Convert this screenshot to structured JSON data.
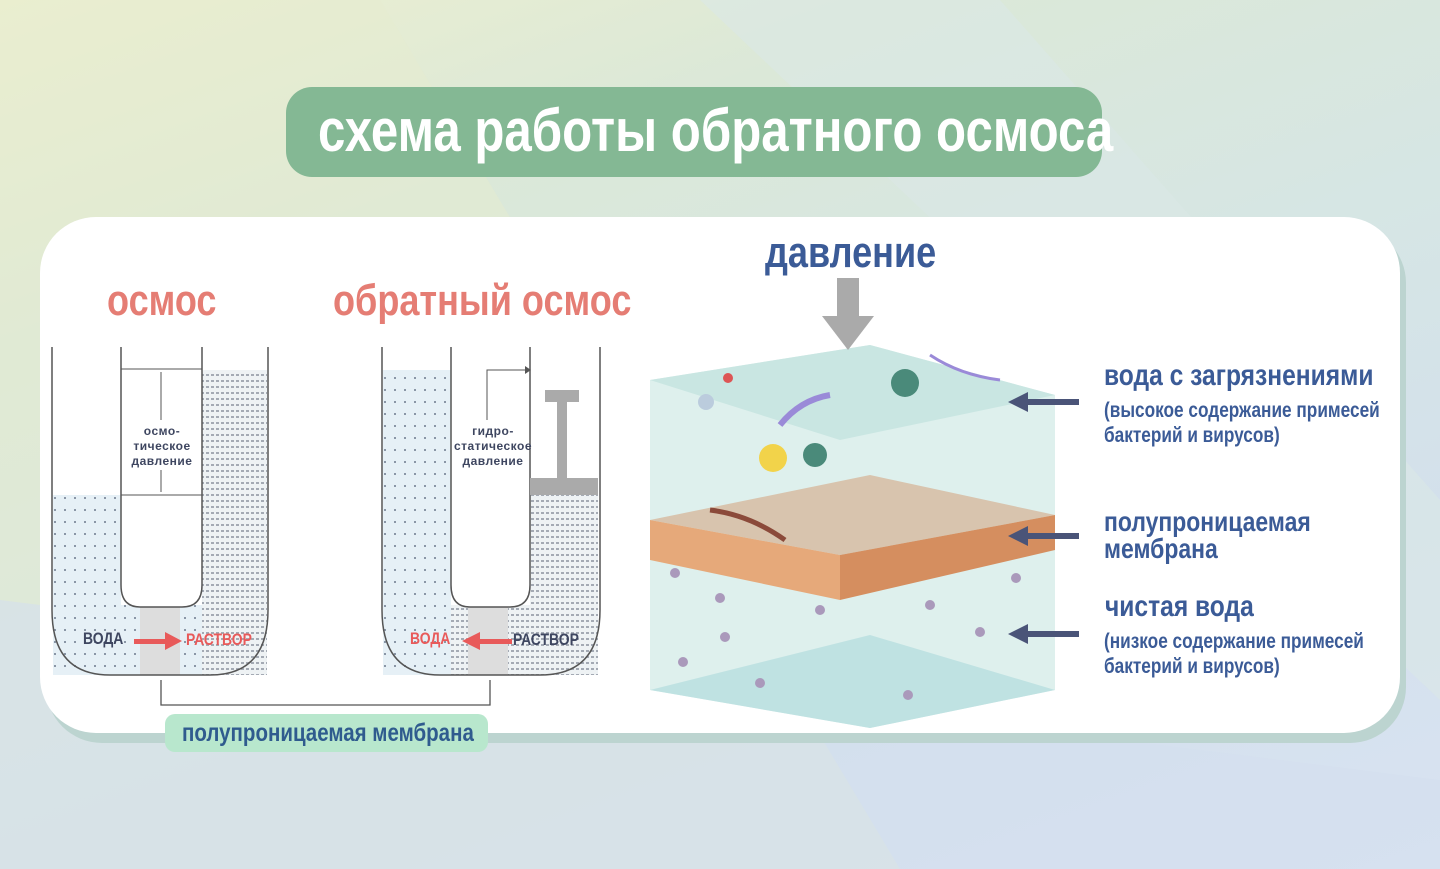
{
  "title": "схема работы обратного осмоса",
  "left": {
    "osmosis_heading": "осмос",
    "reverse_heading": "обратный осмос",
    "osmotic_pressure": [
      "осмо-",
      "тическое",
      "давление"
    ],
    "hydrostatic_pressure": [
      "гидро-",
      "статическое",
      "давление"
    ],
    "water_label": "ВОДА",
    "solution_label": "РАСТВОР",
    "membrane_label": "полупроницаемая мембрана"
  },
  "right": {
    "pressure_label": "давление",
    "dirty_water": "вода с загрязнениями",
    "dirty_water_note": [
      "(высокое содержание примесей",
      "бактерий и вирусов)"
    ],
    "membrane": [
      "полупроницаемая",
      "мембрана"
    ],
    "clean_water": "чистая вода",
    "clean_water_note": [
      "(низкое содержание примесей",
      "бактерий и вирусов)"
    ]
  },
  "colors": {
    "title_bg": "#84b894",
    "pink": "#e57d74",
    "blue": "#3b5b97",
    "arrow_red": "#e85a5a",
    "membrane_pill": "#b8e7cd"
  }
}
